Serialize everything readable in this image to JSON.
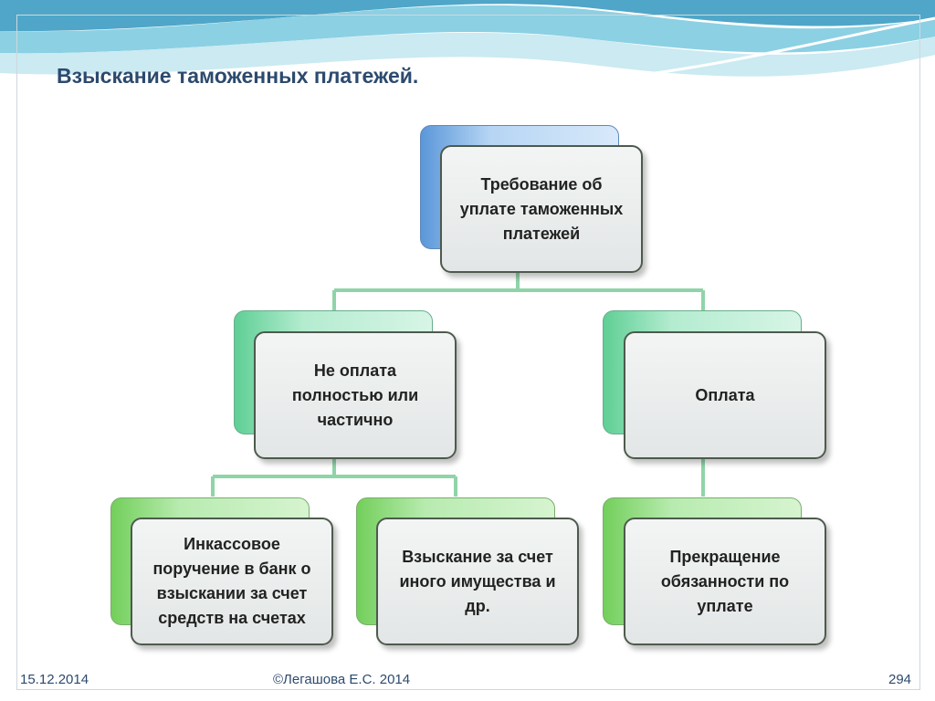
{
  "slide": {
    "title": "Взыскание таможенных платежей.",
    "footer": {
      "date": "15.12.2014",
      "author": "©Легашова Е.С. 2014",
      "page": "294"
    }
  },
  "diagram": {
    "root": {
      "text": "Требование об\nуплате таможенных\nплатежей"
    },
    "level2": [
      {
        "text": "Не оплата\nполностью или\nчастично"
      },
      {
        "text": "Оплата"
      }
    ],
    "level3": [
      {
        "text": "Инкассовое\nпоручение в банк о\nвзыскании за счет\nсредств на счетах"
      },
      {
        "text": "Взыскание за счет\nиного имущества и\nдр."
      },
      {
        "text": "Прекращение\nобязанности по\nуплате"
      }
    ]
  },
  "colors": {
    "root_accent": "#5b97d9",
    "level2_accent": "#5fcf95",
    "level3_accent": "#73cf5b",
    "connector": "#8fd4a8",
    "title": "#2c4a6e"
  }
}
